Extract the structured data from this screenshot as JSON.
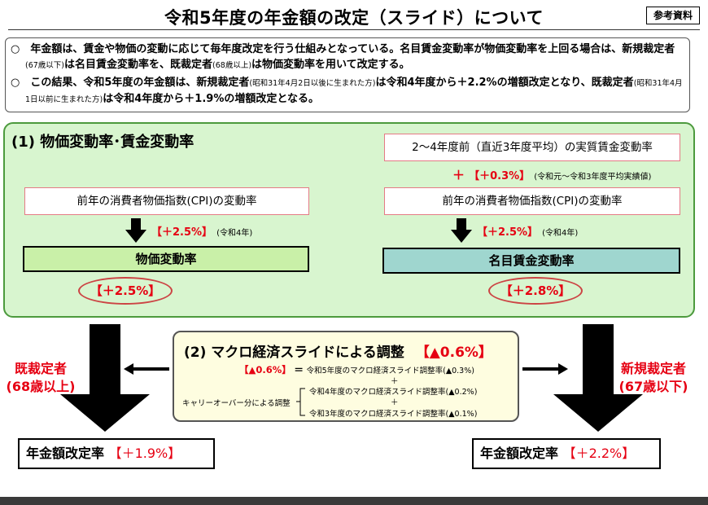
{
  "header": {
    "title": "令和5年度の年金額の改定（スライド）について",
    "badge": "参考資料"
  },
  "summary": {
    "p1_a": "○　年金額は、賃金や物価の変動に応じて毎年度改定を行う仕組みとなっている。名目賃金変動率が物価変動率を上回る場合は、新規裁定者",
    "p1_b": "(67歳以下)",
    "p1_c": "は名目賃金変動率を、既裁定者",
    "p1_d": "(68歳以上)",
    "p1_e": "は物価変動率を用いて改定する。",
    "p2_a": "○　この結果、令和5年度の年金額は、新規裁定者",
    "p2_b": "(昭和31年4月2日以後に生まれた方)",
    "p2_c": "は令和4年度から＋2.2%の増額改定となり、既裁定者",
    "p2_d": "(昭和31年4月1日以前に生まれた方)",
    "p2_e": "は令和4年度から＋1.9%の増額改定となる。"
  },
  "section1": {
    "title": "(1) 物価変動率･賃金変動率",
    "left": {
      "cpi_box": "前年の消費者物価指数(CPI)の変動率",
      "cpi_value": "【＋2.5%】",
      "cpi_note": "(令和4年)",
      "result_label": "物価変動率",
      "result_value": "【＋2.5%】"
    },
    "right": {
      "wage_box": "2～4年度前（直近3年度平均）の実質賃金変動率",
      "plus": "＋",
      "wage_value": "【＋0.3%】",
      "wage_note": "(令和元～令和3年度平均実績値)",
      "cpi_box": "前年の消費者物価指数(CPI)の変動率",
      "cpi_value": "【＋2.5%】",
      "cpi_note": "(令和4年)",
      "result_label": "名目賃金変動率",
      "result_value": "【＋2.8%】"
    }
  },
  "section2": {
    "title": "(2) マクロ経済スライドによる調整",
    "title_value": "【▲0.6%】",
    "total_value": "【▲0.6%】",
    "eq": "＝",
    "line1": "令和5年度のマクロ経済スライド調整率(▲0.3%)",
    "plus1": "＋",
    "carry_label": "キャリーオーバー分による調整",
    "line2": "令和4年度のマクロ経済スライド調整率(▲0.2%)",
    "plus2": "＋",
    "line3": "令和3年度のマクロ経済スライド調整率(▲0.1%)"
  },
  "existing": {
    "label1": "既裁定者",
    "label2": "(68歳以上)",
    "final_label": "年金額改定率",
    "final_value": "【＋1.9%】"
  },
  "new": {
    "label1": "新規裁定者",
    "label2": "(67歳以下)",
    "final_label": "年金額改定率",
    "final_value": "【＋2.2%】"
  },
  "colors": {
    "red": "#e60012",
    "green_panel": "#d8f5cf",
    "green_result": "#c9f0a8",
    "teal_result": "#9fd6cf",
    "macro_bg": "#fefde0"
  }
}
